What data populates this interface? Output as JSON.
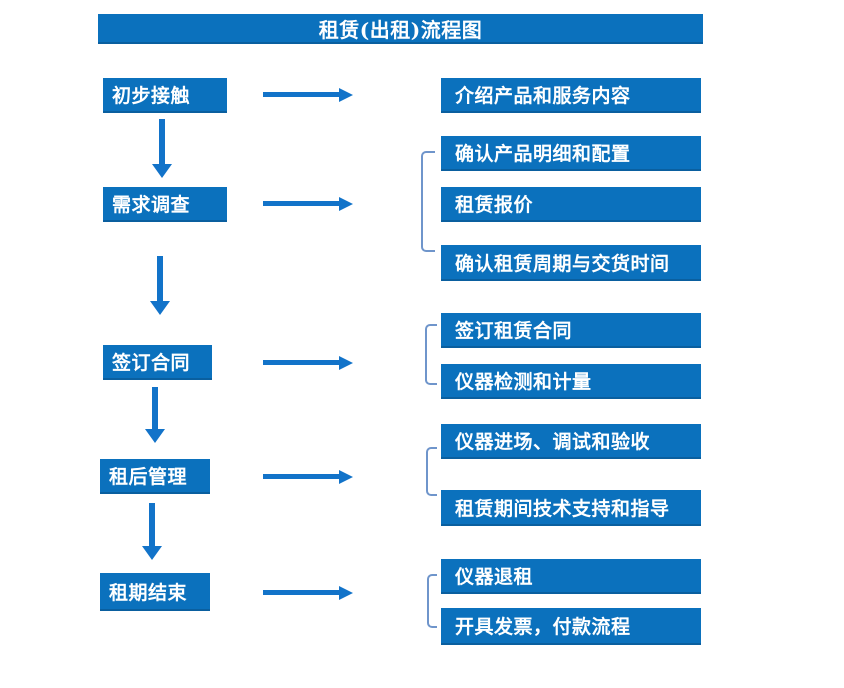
{
  "title": "租赁(出租)流程图",
  "colors": {
    "box_blue": "#0b71bd",
    "box_edge_blue": "#0a5f9f",
    "arrow_blue": "#1273c9",
    "bracket_blue": "#6f95cb",
    "text_white": "#ffffff"
  },
  "steps": [
    {
      "label": "初步接触",
      "details": [
        "介绍产品和服务内容"
      ]
    },
    {
      "label": "需求调查",
      "details": [
        "确认产品明细和配置",
        "租赁报价",
        "确认租赁周期与交货时间"
      ]
    },
    {
      "label": "签订合同",
      "details": [
        "签订租赁合同",
        "仪器检测和计量"
      ]
    },
    {
      "label": "租后管理",
      "details": [
        "仪器进场、调试和验收",
        "租赁期间技术支持和指导"
      ]
    },
    {
      "label": "租期结束",
      "details": [
        "仪器退租",
        "开具发票，付款流程"
      ]
    }
  ]
}
